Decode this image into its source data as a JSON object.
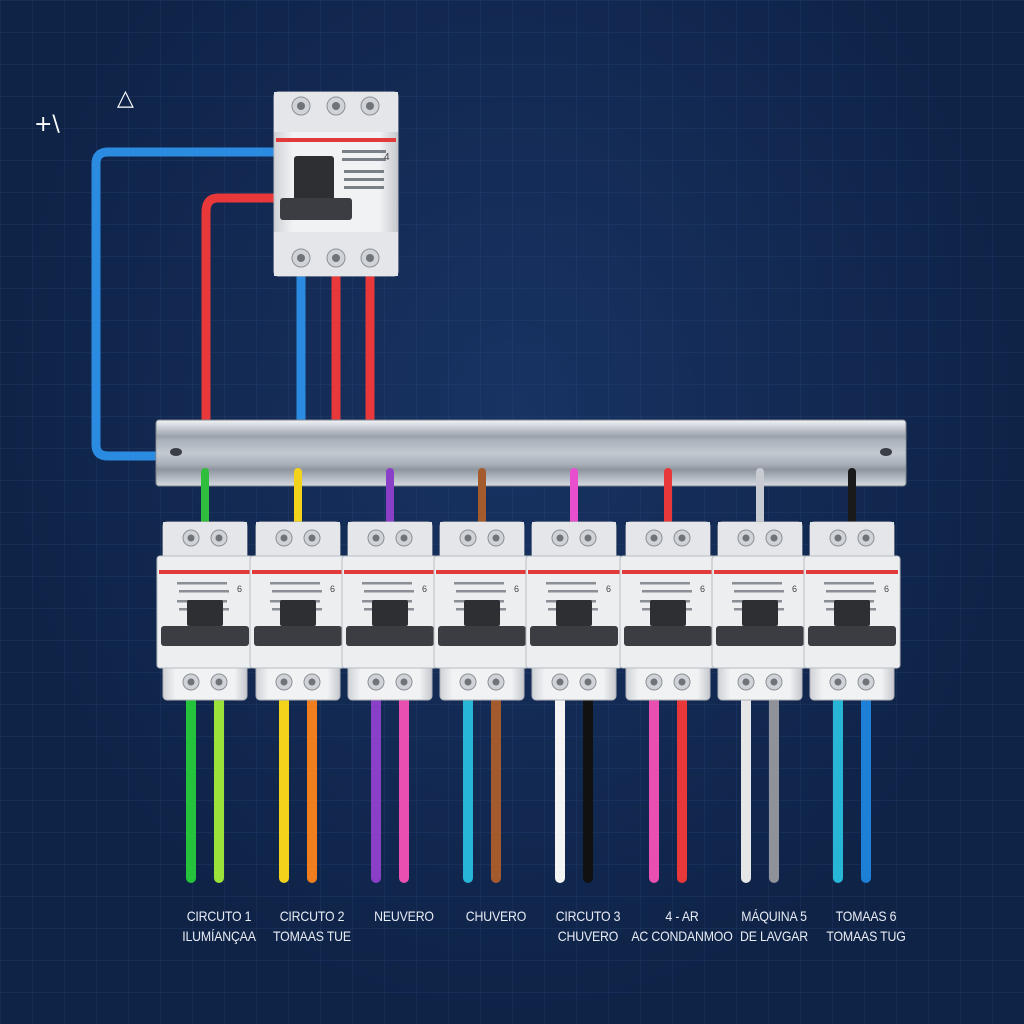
{
  "symbols": {
    "corner_plus": "+\\",
    "corner_tri": "△"
  },
  "main_breaker": {
    "icon": "main-breaker-icon",
    "pole_label": "4",
    "wire_colors": [
      "#2a8be0",
      "#e8383a",
      "#e8383a"
    ]
  },
  "feed_wires": {
    "neutral_color": "#2a8be0",
    "phase_color": "#e8383a"
  },
  "circuits": [
    {
      "line1": "CIRCUTO 1",
      "line2": "ILUMÍANÇAA",
      "rail_wire": "#2fbf3c",
      "out_wires": [
        "#25c23b",
        "#9be33a"
      ],
      "pole_label": "6"
    },
    {
      "line1": "CIRCUTO 2",
      "line2": "TOMAAS TUE",
      "rail_wire": "#f2d21b",
      "out_wires": [
        "#f2d21b",
        "#f07e1e"
      ],
      "pole_label": "6"
    },
    {
      "line1": "NEUVERO",
      "line2": "",
      "rail_wire": "#8a3fc7",
      "out_wires": [
        "#8a3fc7",
        "#e84fae"
      ],
      "pole_label": "6"
    },
    {
      "line1": "CHUVERO",
      "line2": "",
      "rail_wire": "#a35a2c",
      "out_wires": [
        "#27b6d6",
        "#a35a2c"
      ],
      "pole_label": "6"
    },
    {
      "line1": "CIRCUTO 3",
      "line2": "CHUVERO",
      "rail_wire": "#e84fcf",
      "out_wires": [
        "#f4f4f4",
        "#111111"
      ],
      "pole_label": "6"
    },
    {
      "line1": "4 - AR",
      "line2": "AC CONDANMOO",
      "rail_wire": "#e8383a",
      "out_wires": [
        "#e84fae",
        "#e8383a"
      ],
      "pole_label": "6"
    },
    {
      "line1": "MÁQUINA 5",
      "line2": "DE LAVGAR",
      "rail_wire": "#c8ccd2",
      "out_wires": [
        "#e6e6e6",
        "#8f9399"
      ],
      "pole_label": "6"
    },
    {
      "line1": "TOMAAS 6",
      "line2": "TOMAAS TUG",
      "rail_wire": "#1a1a1a",
      "out_wires": [
        "#27b6d6",
        "#1e7fd6"
      ],
      "pole_label": "6"
    }
  ],
  "colors": {
    "background": "#0f2347",
    "breaker_body": "#e9eaec",
    "breaker_stripe": "#e23a3a",
    "lever": "#3b3d42",
    "rail": "#c9ced6"
  }
}
